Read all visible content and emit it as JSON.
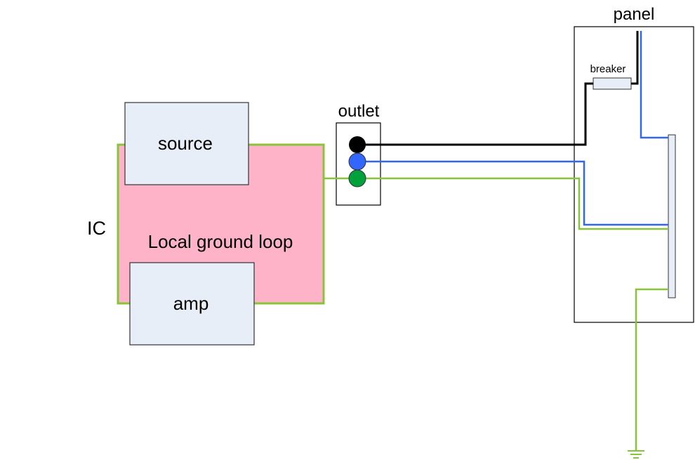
{
  "labels": {
    "panel": "panel",
    "breaker": "breaker",
    "outlet": "outlet",
    "source": "source",
    "amp": "amp",
    "ic": "IC",
    "loop": "Local ground loop"
  },
  "colors": {
    "hot_wire": "#000000",
    "neutral_wire": "#3366ee",
    "ground_wire": "#88c43a",
    "loop_fill": "#ffb3c8",
    "component_fill": "#e8eef7",
    "component_stroke": "#333333",
    "hot_terminal": "#000000",
    "neutral_terminal": "#3366ff",
    "ground_terminal": "#00a03c"
  }
}
